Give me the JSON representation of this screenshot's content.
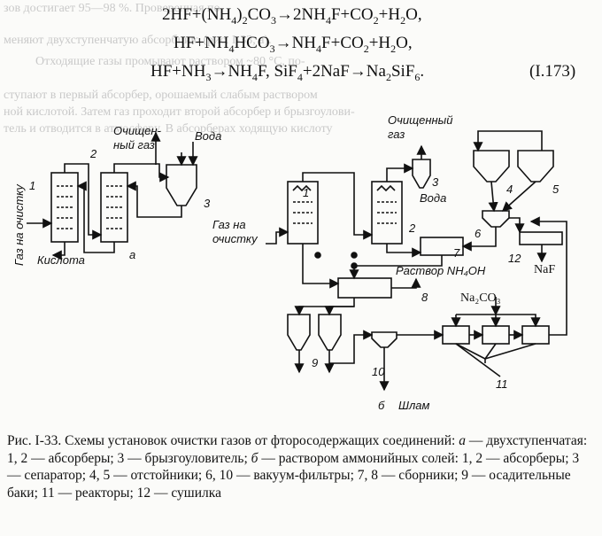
{
  "bleed_lines": [
    "зов достигает 95—98 %. Проверенная по",
    "меняют двухступенчатую абсорбцию (рис. I-33, а).",
    "Отходящие газы промывают раствором ~80 °С, по-",
    "ступают в первый абсорбер, орошаемый слабым раствором",
    "ной кислотой. Затем газ проходит второй абсорбер и брызгоулови-",
    "тель и отводится в атмосферу. В абсорберах ходящую кислоту"
  ],
  "equations": {
    "eq1": [
      "2HF+(NH",
      "4",
      ")",
      "2",
      "CO",
      "3",
      "→2NH",
      "4",
      "F+CO",
      "2",
      "+H",
      "2",
      "O,"
    ],
    "eq2": [
      "HF+NH",
      "4",
      "HCO",
      "3",
      "→NH",
      "4",
      "F+CO",
      "2",
      "+H",
      "2",
      "O,"
    ],
    "eq3": [
      "HF+NH",
      "3",
      "→NH",
      "4",
      "F,  SiF",
      "4",
      "+2NaF→Na",
      "2",
      "SiF",
      "6",
      "."
    ],
    "number": "(I.173)"
  },
  "diagram_a": {
    "gas_in_label": "Газ на очистку",
    "acid_label": "Кислота",
    "clean_gas_label": "Очищен-\nный газ",
    "water_label": "Вода",
    "part_letter": "а",
    "numbers": [
      "1",
      "2",
      "3"
    ]
  },
  "diagram_b": {
    "clean_gas_label": "Очищенный газ",
    "water_label": "Вода",
    "gas_in_label": "Газ на очистку",
    "solution_label": "Раствор NH₄OH",
    "na2co3_label": "Na₂CO₃",
    "naf_label": "NaF",
    "sludge_label": "Шлам",
    "part_letter": "б",
    "numbers": [
      "1",
      "2",
      "3",
      "4",
      "5",
      "6",
      "7",
      "8",
      "9",
      "10",
      "11",
      "12"
    ]
  },
  "caption": {
    "title": "Рис. I-33. Схемы установок очистки газов от фторосодержащих соединений:",
    "a_letter": "а",
    "a_text": " — двухступенчатая: 1, 2 — абсорберы; 3 — брызгоуловитель; ",
    "b_letter": "б",
    "b_text": " — раствором аммонийных солей: 1, 2 — абсорберы; 3 — сепаратор; 4, 5 — отстойники; 6, 10 — вакуум-фильтры; 7, 8 — сборники; 9 — осадительные баки; 11 — реакторы; 12 — сушилка"
  },
  "colors": {
    "ink": "#111111",
    "faint_text": "#c9c9c9",
    "paper": "#fbfbf9"
  }
}
